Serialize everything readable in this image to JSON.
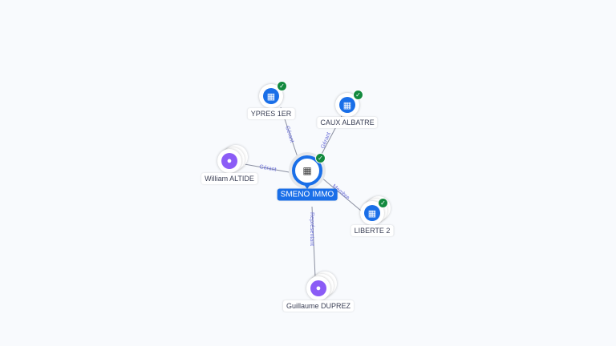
{
  "center": {
    "name": "SMENO IMMO",
    "icon": "building-icon",
    "verified": true
  },
  "nodes": [
    {
      "name": "YPRES 1ER",
      "type": "company",
      "icon": "building-icon",
      "verified": true
    },
    {
      "name": "CAUX ALBATRE",
      "type": "company",
      "icon": "building-icon",
      "verified": true
    },
    {
      "name": "William ALTIDE",
      "type": "person",
      "icon": "person-icon"
    },
    {
      "name": "LIBERTE 2",
      "type": "company",
      "icon": "building-icon",
      "verified": true
    },
    {
      "name": "Guillaume DUPREZ",
      "type": "person",
      "icon": "person-icon"
    }
  ],
  "edges": [
    "Gérant",
    "Gérant",
    "Gérant",
    "Membre",
    "Représentant"
  ],
  "colors": {
    "company": "#1a6fe8",
    "person": "#8b5cf6",
    "verified": "#138a3f",
    "edge_label": "#6b6fd8"
  }
}
